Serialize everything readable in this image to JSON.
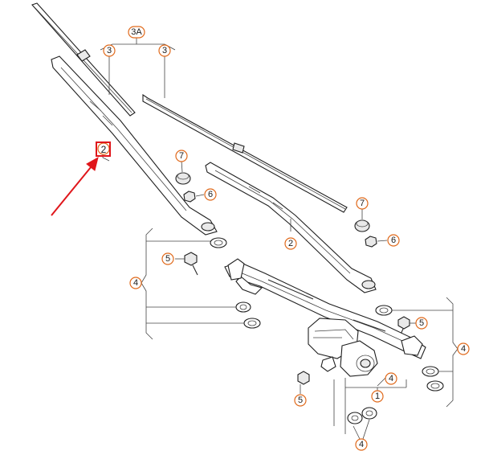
{
  "diagram": {
    "accent_color": "#e06a1c",
    "highlight_color": "#e0161b",
    "callouts": {
      "c3a": "3A",
      "c3_left": "3",
      "c3_right": "3",
      "c2_left": "2",
      "c2_right": "2",
      "c7_left": "7",
      "c6_left": "6",
      "c7_right": "7",
      "c6_right": "6",
      "c5_left": "5",
      "c5_right": "5",
      "c5_bottom": "5",
      "c4_left": "4",
      "c4_right": "4",
      "c4_center": "4",
      "c4_bottom": "4",
      "c1": "1"
    },
    "highlighted_part": "2"
  }
}
